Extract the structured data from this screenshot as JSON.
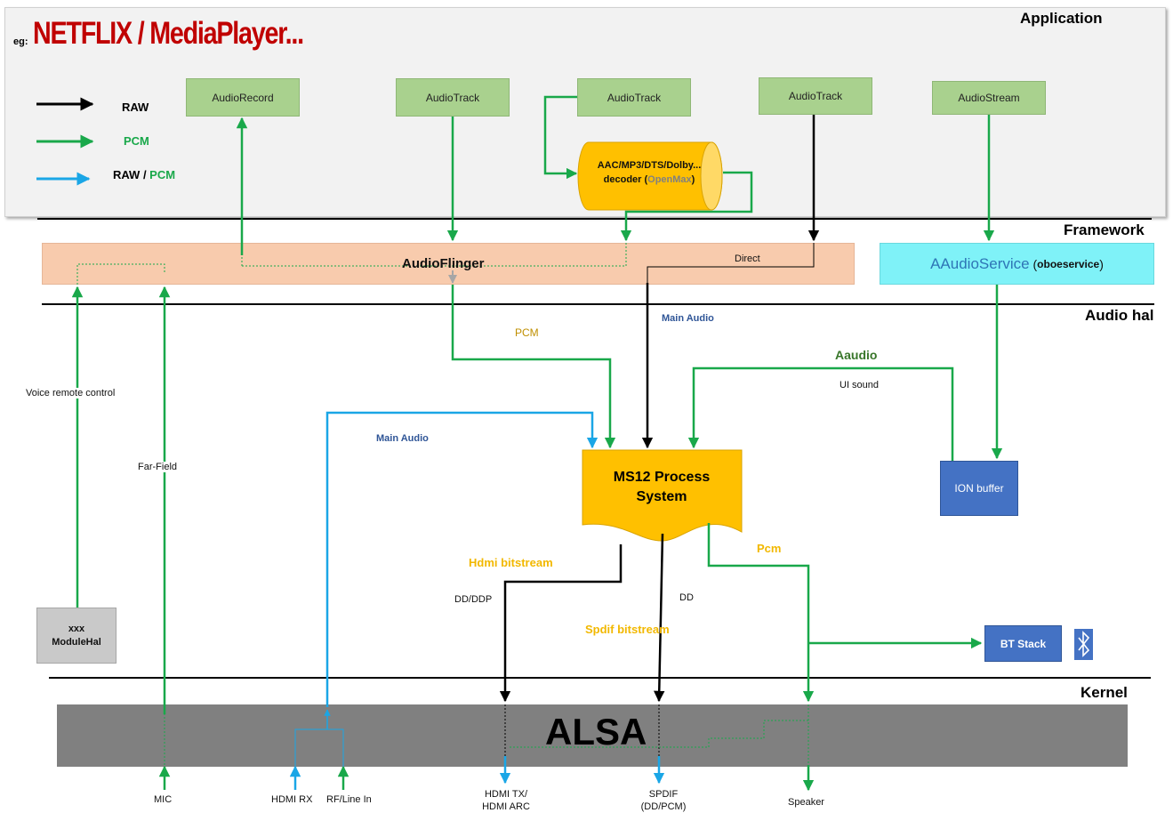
{
  "colors": {
    "raw": "#000000",
    "pcm": "#19a84a",
    "raw_pcm": "#1aa6e6",
    "netflix_red": "#c00000",
    "orange_text": "#f2b800",
    "app_bg": "#f2f2f2",
    "audioflinger_bg": "#f8cbad",
    "aaudioservice_bg": "#7ff2f8",
    "blue_box": "#4472c4",
    "ms12": "#ffc000",
    "alsa_bg": "#808080"
  },
  "layers": {
    "application": "Application",
    "framework": "Framework",
    "audio_hal": "Audio hal",
    "kernel": "Kernel"
  },
  "header": {
    "eg": "eg:",
    "title": "NETFLIX / MediaPlayer..."
  },
  "legend": [
    {
      "label": "RAW",
      "kind": "raw"
    },
    {
      "label": "PCM",
      "kind": "pcm"
    },
    {
      "label_a": "RAW / ",
      "label_b": "PCM",
      "kind": "raw_pcm"
    }
  ],
  "app_boxes": {
    "audiorecord": "AudioRecord",
    "audiotrack_1": "AudioTrack",
    "audiotrack_2": "AudioTrack",
    "audiotrack_3": "AudioTrack",
    "audiostream": "AudioStream"
  },
  "decoder": {
    "line1": "AAC/MP3/DTS/Dolby...",
    "line2_a": "decoder (",
    "line2_b": "OpenMax",
    "line2_c": ")"
  },
  "audioflinger": "AudioFlinger",
  "aaudioservice": {
    "main": "AAudioService",
    "paren_a": " (",
    "sub": "oboeservice",
    "paren_b": ")"
  },
  "ms12": {
    "line1": "MS12 Process",
    "line2": "System"
  },
  "ion_buffer": "ION buffer",
  "bt_stack": "BT Stack",
  "module_hal": {
    "line1": "xxx",
    "line2": "ModuleHal"
  },
  "alsa": "ALSA",
  "flow_labels": {
    "direct": "Direct",
    "main_audio_top": "Main Audio",
    "pcm": "PCM",
    "aaudio": "Aaudio",
    "ui_sound": "UI sound",
    "voice_remote": "Voice remote control",
    "far_field": "Far-Field",
    "main_audio_hdmi": "Main Audio",
    "hdmi_bitstream": "Hdmi bitstream",
    "dd_ddp": "DD/DDP",
    "dd": "DD",
    "spdif_bitstream": "Spdif bitstream",
    "pcm_out": "Pcm"
  },
  "ports": {
    "mic": "MIC",
    "hdmi_rx": "HDMI RX",
    "rf_line_in": "RF/Line In",
    "hdmi_tx_1": "HDMI TX/",
    "hdmi_tx_2": "HDMI ARC",
    "spdif_1": "SPDIF",
    "spdif_2": "(DD/PCM)",
    "speaker": "Speaker"
  }
}
